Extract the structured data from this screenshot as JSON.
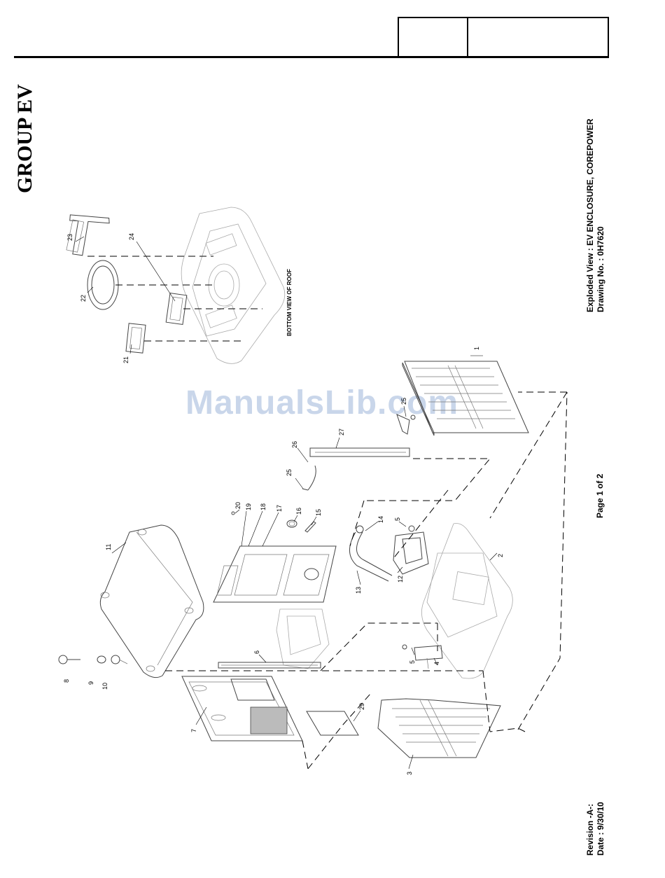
{
  "header": {
    "group_title": "GROUP EV"
  },
  "title_block": {
    "view_title": "Exploded View : EV ENCLOSURE, COREPOWER",
    "drawing_no": "Drawing No. : 0H7620",
    "page": "Page 1 of 2",
    "revision": "Revision -A-:",
    "date": "Date :  9/30/10"
  },
  "diagram": {
    "roof_view_label": "BOTTOM VIEW OF ROOF",
    "callouts": [
      "1",
      "2",
      "3",
      "4",
      "5",
      "5",
      "6",
      "7",
      "8",
      "9",
      "10",
      "11",
      "12",
      "13",
      "14",
      "15",
      "16",
      "17",
      "18",
      "19",
      "20",
      "21",
      "22",
      "23",
      "24",
      "25",
      "25",
      "26",
      "27",
      "29"
    ]
  },
  "watermark": "ManualsLib.com"
}
